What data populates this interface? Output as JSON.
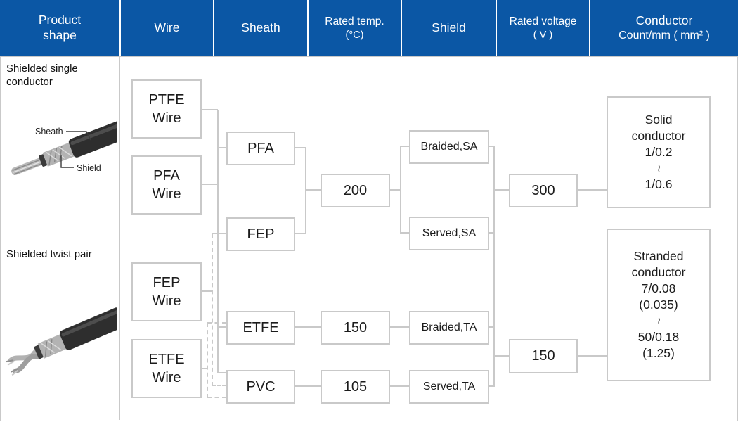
{
  "colors": {
    "header_bg": "#0b57a5",
    "line": "#c9c9c9",
    "text": "#1b1b1b"
  },
  "header": {
    "cells": [
      {
        "line1": "Product",
        "line2": "shape"
      },
      {
        "line1": "Wire"
      },
      {
        "line1": "Sheath"
      },
      {
        "line1": "Rated temp.",
        "line2": "(°C)"
      },
      {
        "line1": "Shield"
      },
      {
        "line1": "Rated voltage",
        "line2": "( V )"
      },
      {
        "line1": "Conductor",
        "line2": "Count/mm ( mm² )"
      }
    ]
  },
  "left_panel": {
    "section1": {
      "title": "Shielded single conductor",
      "annotation_sheath": "Sheath",
      "annotation_shield": "Shield"
    },
    "section2": {
      "title": "Shielded twist pair"
    }
  },
  "diagram": {
    "wire": {
      "ptfe": {
        "line1": "PTFE",
        "line2": "Wire"
      },
      "pfa": {
        "line1": "PFA",
        "line2": "Wire"
      },
      "fep": {
        "line1": "FEP",
        "line2": "Wire"
      },
      "etfe": {
        "line1": "ETFE",
        "line2": "Wire"
      }
    },
    "sheath": {
      "pfa": "PFA",
      "fep": "FEP",
      "etfe": "ETFE",
      "pvc": "PVC"
    },
    "temp": {
      "t200": "200",
      "t150": "150",
      "t105": "105"
    },
    "shield": {
      "braided_sa": "Braided,SA",
      "served_sa": "Served,SA",
      "braided_ta": "Braided,TA",
      "served_ta": "Served,TA"
    },
    "voltage": {
      "v300": "300",
      "v150": "150"
    },
    "conductor": {
      "solid": {
        "l0": "Solid",
        "l1": "conductor",
        "l2": "1/0.2",
        "l3": "~",
        "l4": "1/0.6"
      },
      "stranded": {
        "l0": "Stranded",
        "l1": "conductor",
        "l2": "7/0.08",
        "l3": "(0.035)",
        "l4": "~",
        "l5": "50/0.18",
        "l6": "(1.25)"
      }
    }
  }
}
